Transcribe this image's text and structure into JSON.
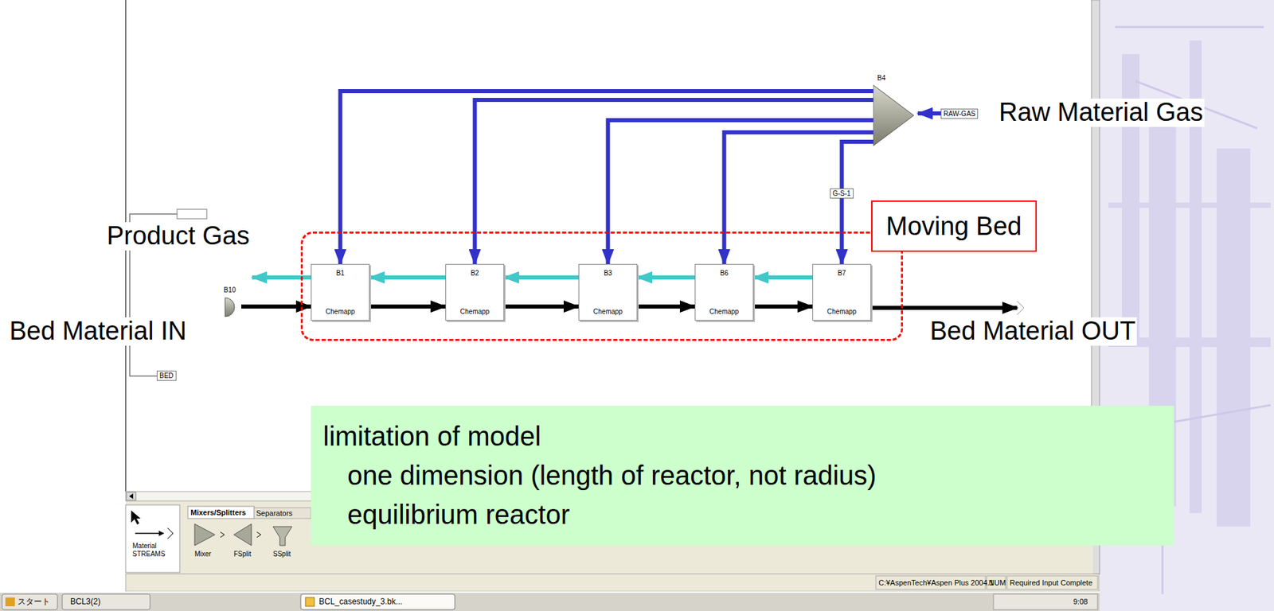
{
  "diagram": {
    "nodes": [
      {
        "text": [
          "Moving Bed"
        ]
      },
      {
        "text": [
          "B1",
          "Chemapp"
        ],
        "in": 0
      },
      {
        "text": [
          "B2",
          "Chemapp"
        ],
        "in": 0
      },
      {
        "text": [
          "B3",
          "Chemapp"
        ],
        "in": 0
      },
      {
        "text": [
          "B6",
          "Chemapp"
        ],
        "in": 0
      },
      {
        "text": [
          "B7",
          "Chemapp"
        ],
        "in": 0
      },
      {
        "text": [
          "B4"
        ]
      },
      {
        "text": [
          "B10"
        ]
      },
      {
        "text": [
          "limitation of model",
          "one dimension (length of reactor, not radius)",
          "equilibrium reactor"
        ]
      }
    ],
    "edges": [
      {
        "from": 6,
        "to": 1,
        "arrow": "to"
      },
      {
        "from": 6,
        "to": 2,
        "arrow": "to"
      },
      {
        "from": 6,
        "to": 3,
        "arrow": "to"
      },
      {
        "from": 6,
        "to": 4,
        "arrow": "to"
      },
      {
        "from": 6,
        "to": 5,
        "arrow": "to"
      },
      {
        "from": 5,
        "to": 4,
        "arrow": "to"
      },
      {
        "from": 4,
        "to": 3,
        "arrow": "to"
      },
      {
        "from": 3,
        "to": 2,
        "arrow": "to"
      },
      {
        "from": 2,
        "to": 1,
        "arrow": "to"
      },
      {
        "from": 7,
        "to": 1,
        "arrow": "to"
      },
      {
        "from": 1,
        "to": 2,
        "arrow": "to"
      },
      {
        "from": 2,
        "to": 3,
        "arrow": "to"
      },
      {
        "from": 3,
        "to": 4,
        "arrow": "to"
      },
      {
        "from": 4,
        "to": 5,
        "arrow": "to"
      }
    ],
    "labels": [
      "Raw Material Gas",
      "Product Gas",
      "Bed Material IN",
      "Bed Material OUT",
      "RAW-GAS",
      "G-S-1",
      "BED",
      "Mixers/Splitters",
      "Separators",
      "Material",
      "STREAMS",
      "Mixer",
      "FSplit",
      "SSplit",
      "C:¥AspenTech¥Aspen Plus 2004.1",
      "NUM",
      "Required Input Complete",
      "スタート",
      "BCL3(2)",
      "BCL_casestudy_3.bk...",
      "9:08"
    ]
  }
}
